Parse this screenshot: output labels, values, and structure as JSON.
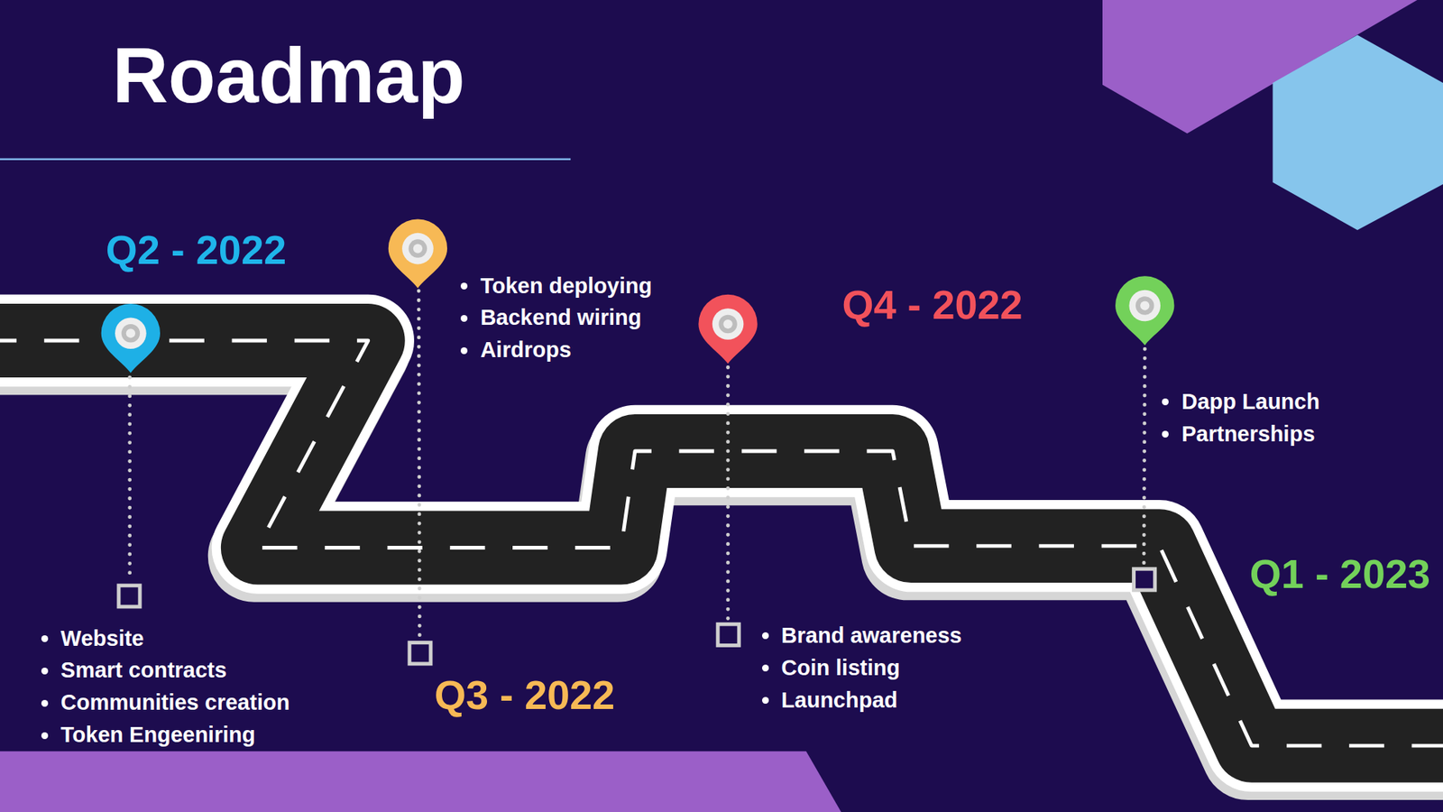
{
  "diagram": {
    "title": "Roadmap",
    "labels": [
      "Q2 - 2022",
      "Website",
      "Smart contracts",
      "Communities creation",
      "Token Engeeniring",
      "Token deploying",
      "Backend wiring",
      "Airdrops",
      "Q3 - 2022",
      "Q4 - 2022",
      "Brand awareness",
      "Coin listing",
      "Launchpad",
      "Q1 - 2023",
      "Dapp Launch",
      "Partnerships"
    ]
  }
}
